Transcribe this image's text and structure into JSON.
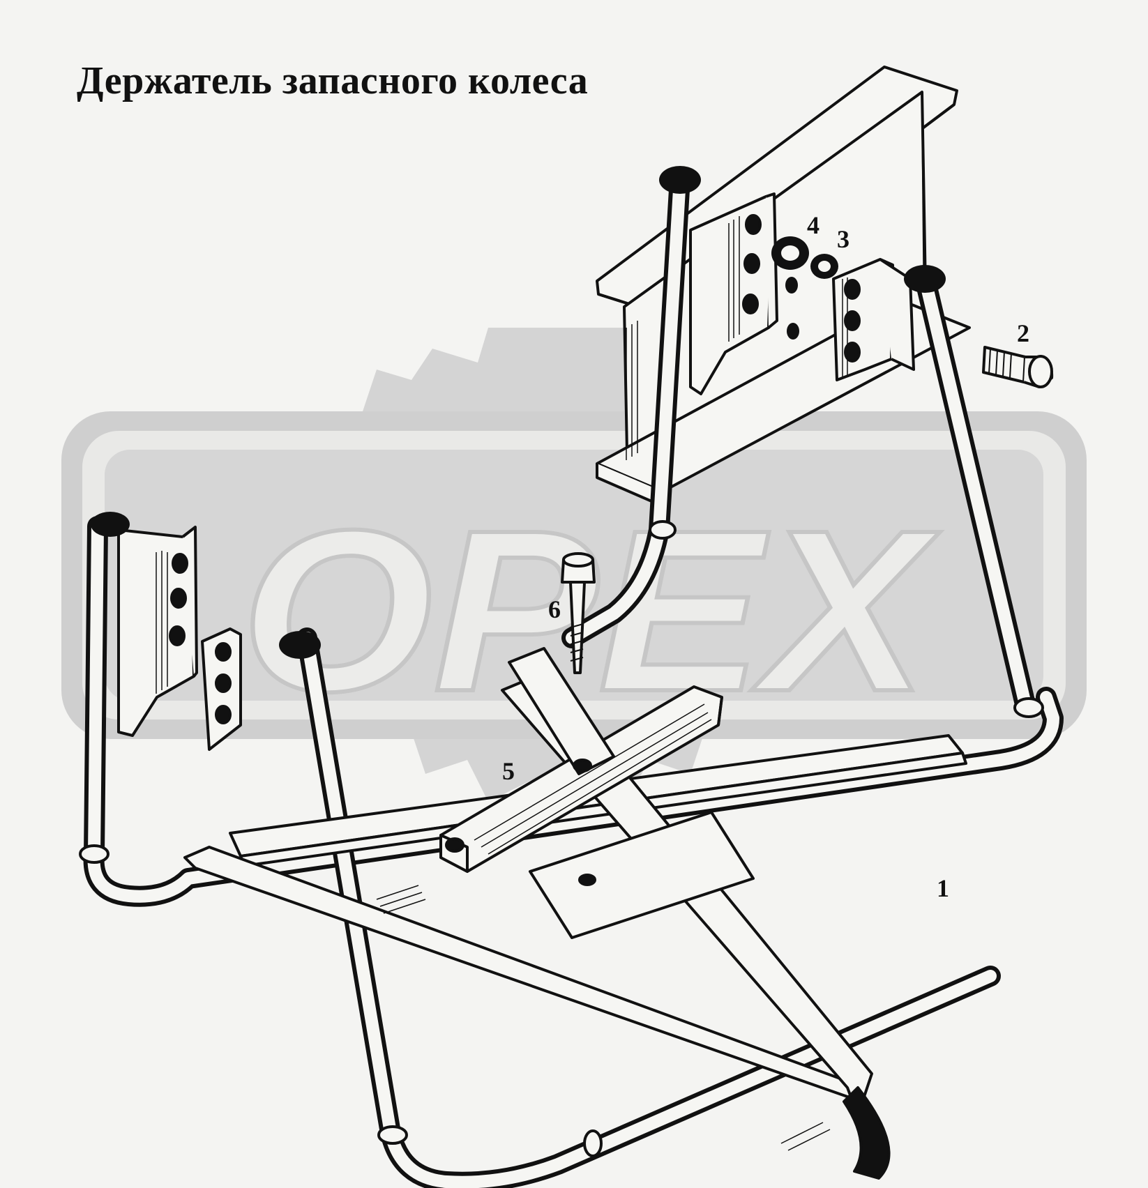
{
  "title": "Держатель запасного колеса",
  "watermark": {
    "text": "OPEX",
    "color": "#d2d2d2"
  },
  "callouts": [
    {
      "id": "1",
      "label": "1"
    },
    {
      "id": "2",
      "label": "2"
    },
    {
      "id": "3",
      "label": "3"
    },
    {
      "id": "4",
      "label": "4"
    },
    {
      "id": "5",
      "label": "5"
    },
    {
      "id": "6",
      "label": "6"
    }
  ],
  "colors": {
    "background": "#f4f4f2",
    "ink": "#111111",
    "part_fill": "#f6f6f3"
  }
}
